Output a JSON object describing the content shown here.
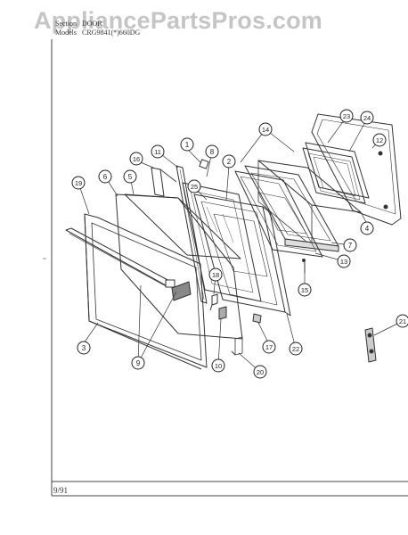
{
  "watermark": "AppliancePartsPros.com",
  "header": {
    "section_label": "Section",
    "section_value": "DOOR",
    "models_label": "Models",
    "models_value": "CRG9841(*)660DG"
  },
  "footer": {
    "date": "9/91"
  },
  "callouts": [
    "1",
    "2",
    "3",
    "4",
    "5",
    "6",
    "7",
    "8",
    "9",
    "10",
    "11",
    "12",
    "13",
    "14",
    "15",
    "16",
    "17",
    "18",
    "19",
    "20",
    "21",
    "22",
    "23",
    "24",
    "25"
  ]
}
